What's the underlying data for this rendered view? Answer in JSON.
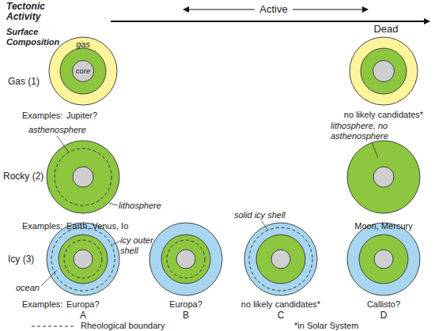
{
  "diagram": {
    "nodes": [
      {
        "text": [
          "gas"
        ]
      },
      {
        "text": [
          "core"
        ],
        "in": 0
      }
    ],
    "labels": [
      "Tectonic Activity",
      "Active",
      "Dead",
      "Surface Composition",
      "Gas (1)",
      "Examples:",
      "Jupiter?",
      "no likely candidates*",
      "asthenosphere",
      "lithosphere, no asthenosphere",
      "Rocky (2)",
      "lithosphere",
      "Examples:",
      "Earth, Venus, Io",
      "Moon, Mercury",
      "solid icy shell",
      "Icy (3)",
      "icy outer shell",
      "ocean",
      "Examples:",
      "Europa?",
      "Europa?",
      "no likely candidates*",
      "Callisto?",
      "A",
      "B",
      "C",
      "D",
      "*in Solar System"
    ],
    "legend": [
      {
        "text": "Rheological boundary"
      }
    ]
  }
}
